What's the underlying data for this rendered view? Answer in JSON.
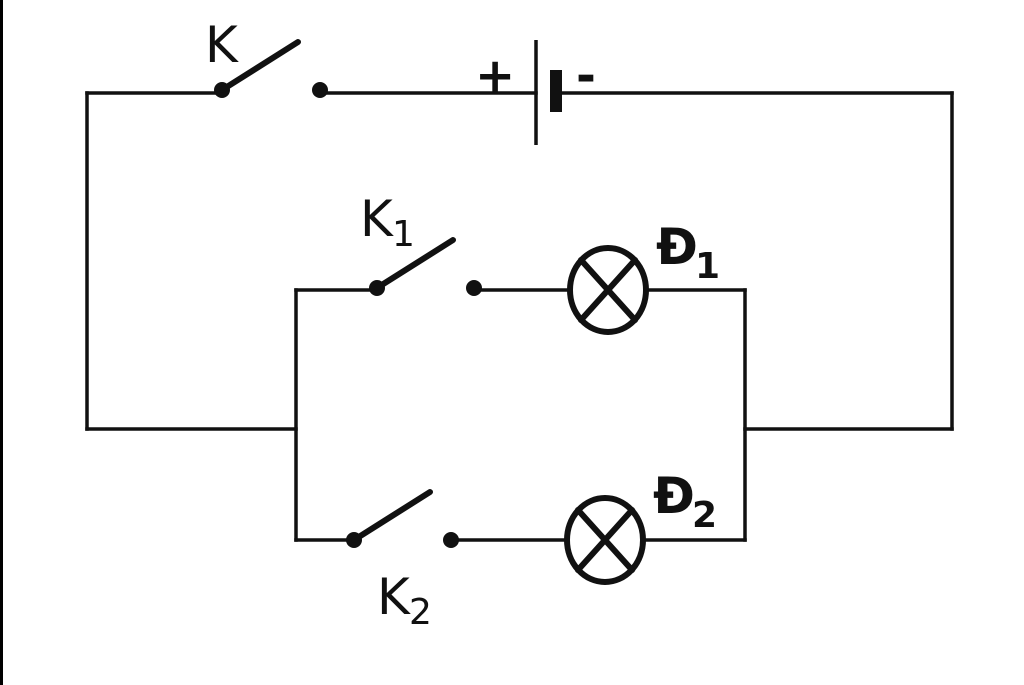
{
  "labels": {
    "main_switch": "K",
    "switch_1": "K",
    "switch_1_sub": "1",
    "switch_2": "K",
    "switch_2_sub": "2",
    "lamp_1": "Đ",
    "lamp_1_sub": "1",
    "lamp_2": "Đ",
    "lamp_2_sub": "2",
    "battery_plus": "+",
    "battery_minus": "-"
  },
  "colors": {
    "line": "#111111",
    "background": "#ffffff"
  }
}
